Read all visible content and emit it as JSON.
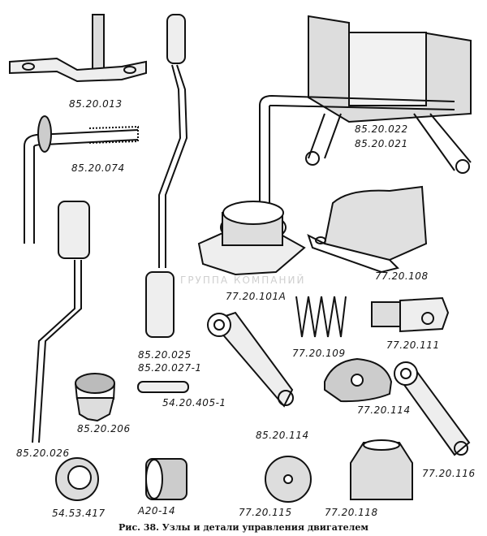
{
  "figure": {
    "caption": "Рис. 38. Узлы и детали управления двигателем",
    "watermark": "ГРУППА КОМПАНИЙ",
    "parts": [
      {
        "id": "p1",
        "label": "85.20.013"
      },
      {
        "id": "p2",
        "label": "85.20.074"
      },
      {
        "id": "p3",
        "label": "85.20.022"
      },
      {
        "id": "p4",
        "label": "85.20.021"
      },
      {
        "id": "p5",
        "label": "77.20.108"
      },
      {
        "id": "p6",
        "label": "77.20.101A"
      },
      {
        "id": "p7",
        "label": "85.20.025"
      },
      {
        "id": "p8",
        "label": "85.20.027-1"
      },
      {
        "id": "p9",
        "label": "77.20.109"
      },
      {
        "id": "p10",
        "label": "77.20.111"
      },
      {
        "id": "p11",
        "label": "77.20.114"
      },
      {
        "id": "p12",
        "label": "54.20.405-1"
      },
      {
        "id": "p13",
        "label": "85.20.114"
      },
      {
        "id": "p14",
        "label": "85.20.206"
      },
      {
        "id": "p15",
        "label": "85.20.026"
      },
      {
        "id": "p16",
        "label": "77.20.116"
      },
      {
        "id": "p17",
        "label": "54.53.417"
      },
      {
        "id": "p18",
        "label": "A20-14"
      },
      {
        "id": "p19",
        "label": "77.20.115"
      },
      {
        "id": "p20",
        "label": "77.20.118"
      }
    ]
  }
}
